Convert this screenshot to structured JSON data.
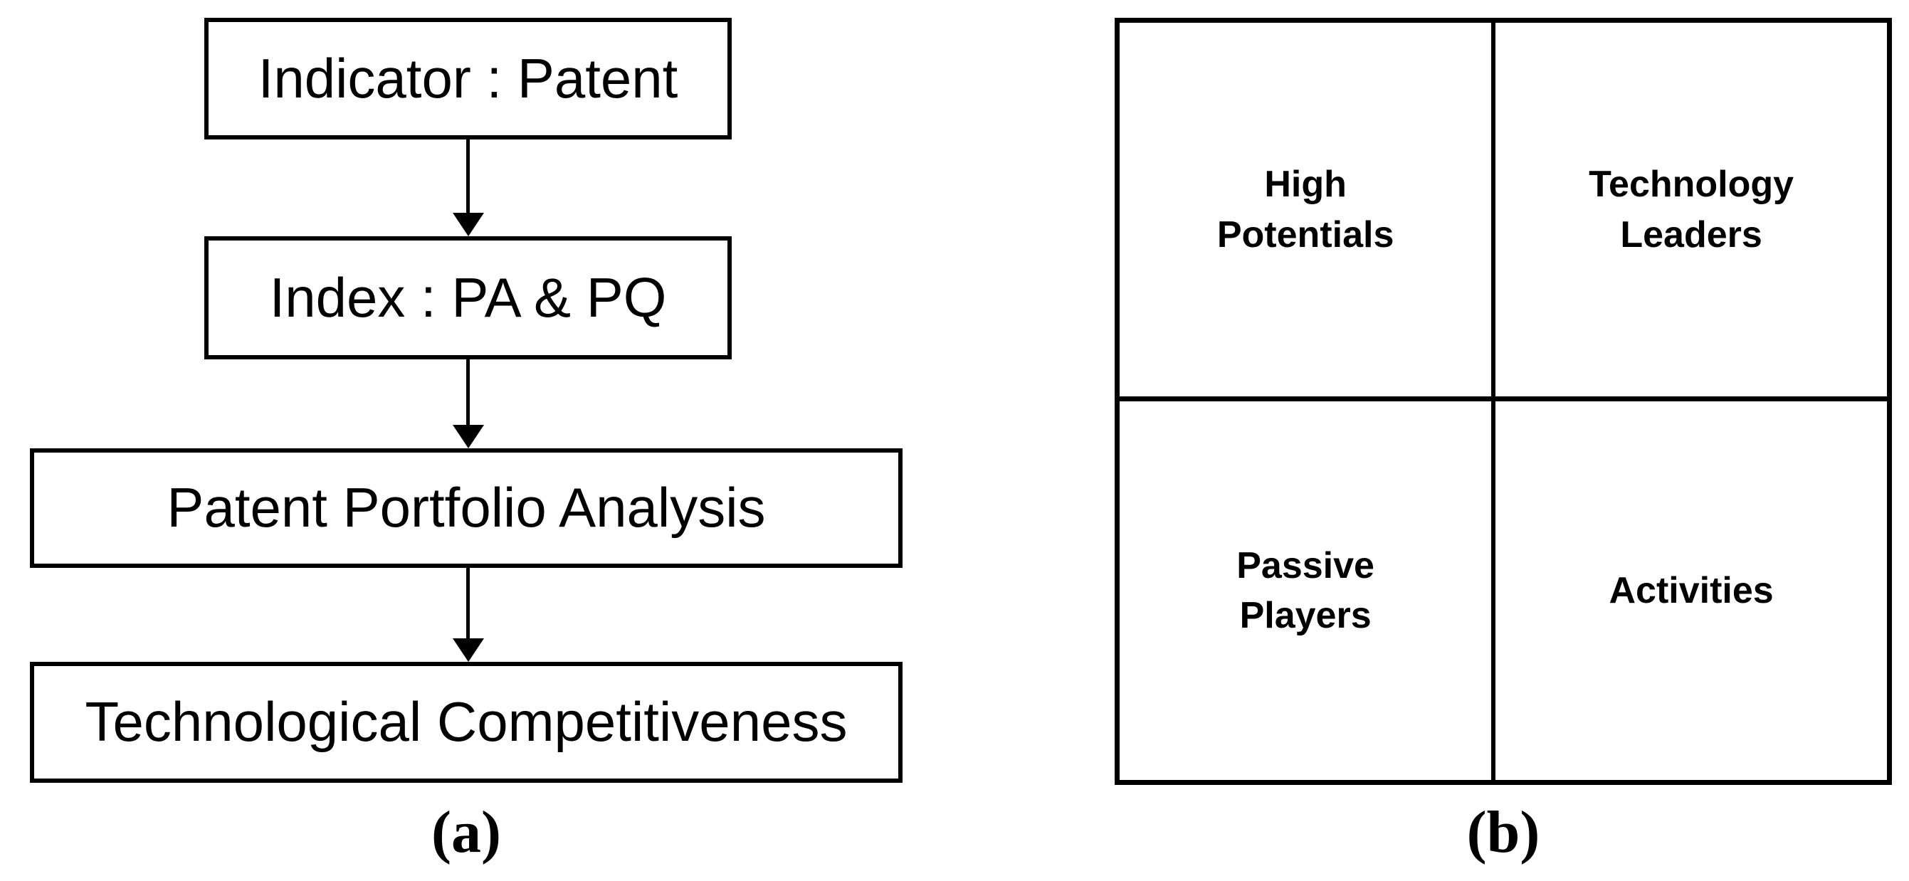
{
  "figure": {
    "background": "#ffffff",
    "line_color": "#000000",
    "panel_a": {
      "caption": "(a)",
      "boxes": [
        {
          "label": "Indicator : Patent"
        },
        {
          "label": "Index : PA & PQ"
        },
        {
          "label": "Patent Portfolio Analysis"
        },
        {
          "label": "Technological Competitiveness"
        }
      ]
    },
    "panel_b": {
      "caption": "(b)",
      "quadrants": [
        {
          "position": "top-left",
          "label": "High\nPotentials"
        },
        {
          "position": "top-right",
          "label": "Technology\nLeaders"
        },
        {
          "position": "bottom-left",
          "label": "Passive\nPlayers"
        },
        {
          "position": "bottom-right",
          "label": "Activities"
        }
      ]
    }
  }
}
